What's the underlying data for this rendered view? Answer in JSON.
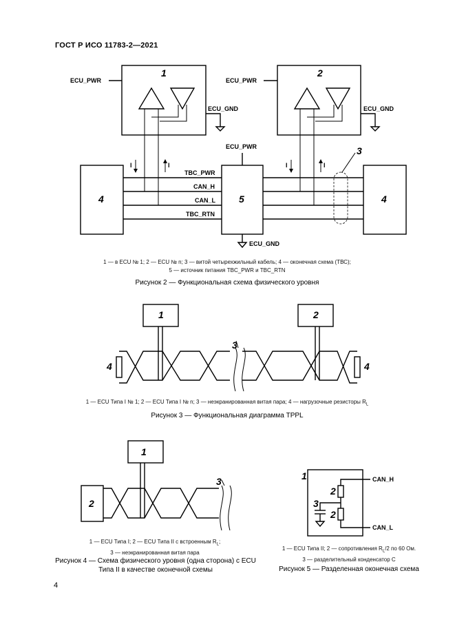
{
  "header": {
    "standard": "ГОСТ Р ИСО 11783-2—2021"
  },
  "fig2": {
    "labels": {
      "ecu_pwr": "ECU_PWR",
      "ecu_gnd": "ECU_GND",
      "tbc_pwr": "TBC_PWR",
      "can_h": "CAN_H",
      "can_l": "CAN_L",
      "tbc_rtn": "TBC_RTN",
      "current": "I"
    },
    "nums": {
      "n1": "1",
      "n2": "2",
      "n3": "3",
      "n4": "4",
      "n5": "5"
    },
    "legend_line1": "1 — в ECU № 1; 2 — ECU № n; 3 — витой четырехжильный кабель; 4 — оконечная схема (ТВС);",
    "legend_line2": "5 — источник питания TBC_PWR и TBC_RTN",
    "caption": "Рисунок 2 — Функциональная схема физического уровня"
  },
  "fig3": {
    "nums": {
      "n1": "1",
      "n2": "2",
      "n3": "3",
      "n4": "4"
    },
    "legend": "1 — ECU Типа I № 1; 2 — ECU Типа I № n; 3 — неэкранированная витая пара; 4 — нагрузочные резисторы R",
    "legend_sub": "L",
    "caption": "Рисунок 3 — Функциональная диаграмма TPPL"
  },
  "fig4": {
    "nums": {
      "n1": "1",
      "n2": "2",
      "n3": "3"
    },
    "legend_line1_a": "1 — ECU Типа I; 2 — ECU Типа II с встроенным R",
    "legend_line1_sub": "L",
    "legend_line1_b": ";",
    "legend_line2": "3 — неэкранированная витая пара",
    "caption_line1": "Рисунок 4 — Схема физического уровня (одна сторона) с ECU",
    "caption_line2": "Типа II в качестве оконечной схемы"
  },
  "fig5": {
    "nums": {
      "n1": "1",
      "n2a": "2",
      "n2b": "2",
      "n3": "3"
    },
    "labels": {
      "can_h": "CAN_H",
      "can_l": "CAN_L"
    },
    "legend_line1_a": "1 — ECU Типа II; 2 — сопротивления R",
    "legend_line1_sub": "L",
    "legend_line1_b": "/2 по 60 Ом.",
    "legend_line2": "3 — разделительный конденсатор C",
    "caption": "Рисунок 5 — Разделенная оконечная схема"
  },
  "page": {
    "number": "4"
  }
}
